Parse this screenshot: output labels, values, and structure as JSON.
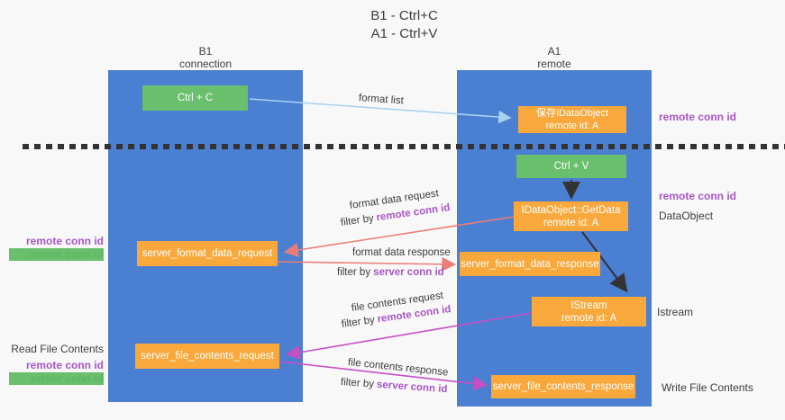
{
  "title": {
    "line1": "B1 - Ctrl+C",
    "line2": "A1 - Ctrl+V"
  },
  "lanes": {
    "b1": {
      "name": "B1",
      "subtitle": "connection"
    },
    "a1": {
      "name": "A1",
      "subtitle": "remote"
    }
  },
  "boxes": {
    "ctrl_c": {
      "label": "Ctrl + C"
    },
    "save_idataobject": {
      "line1": "保存IDataObject",
      "line2": "remote id: A"
    },
    "ctrl_v": {
      "label": "Ctrl + V"
    },
    "getdata": {
      "line1": "IDataObject::GetData",
      "line2": "remote id: A"
    },
    "server_format_data_request": {
      "label": "server_format_data_request"
    },
    "server_format_data_response": {
      "label": "server_format_data_response"
    },
    "istream": {
      "line1": "IStream",
      "line2": "remote id: A"
    },
    "server_file_contents_request": {
      "label": "server_file_contents_request"
    },
    "server_file_contents_response": {
      "label": "server_file_contents_response"
    }
  },
  "arrow_labels": {
    "format_list": "format list",
    "format_data_request": "format data request",
    "format_data_response": "format data response",
    "file_contents_request": "file contents request",
    "file_contents_response": "file contents response",
    "filter_by": "filter by",
    "remote_conn_id": "remote conn id",
    "server_conn_id": "server conn id"
  },
  "side_labels": {
    "left": {
      "remote_conn_id": "remote conn id",
      "server_conn_id": "server conn id",
      "read_file_contents": "Read File Contents",
      "remote_conn_id_2": "remote conn id",
      "server_conn_id_2": "server conn id"
    },
    "right": {
      "remote_conn_id_top": "remote conn id",
      "remote_conn_id_mid": "remote conn id",
      "dataobject": "DataObject",
      "istream": "Istream",
      "write_file_contents": "Write File Contents"
    }
  },
  "colors": {
    "lane_blue": "#4a7fd2",
    "box_orange": "#f9a83c",
    "box_green": "#6abf6d",
    "arrow_blue": "#a7d3ef",
    "arrow_salmon": "#ec7d76",
    "arrow_magenta": "#c74fc4",
    "arrow_black": "#333333",
    "label_purple": "#a855c7",
    "label_green": "#5cb763",
    "text_dark": "#3c3c3c",
    "background": "#f8f8f8"
  }
}
